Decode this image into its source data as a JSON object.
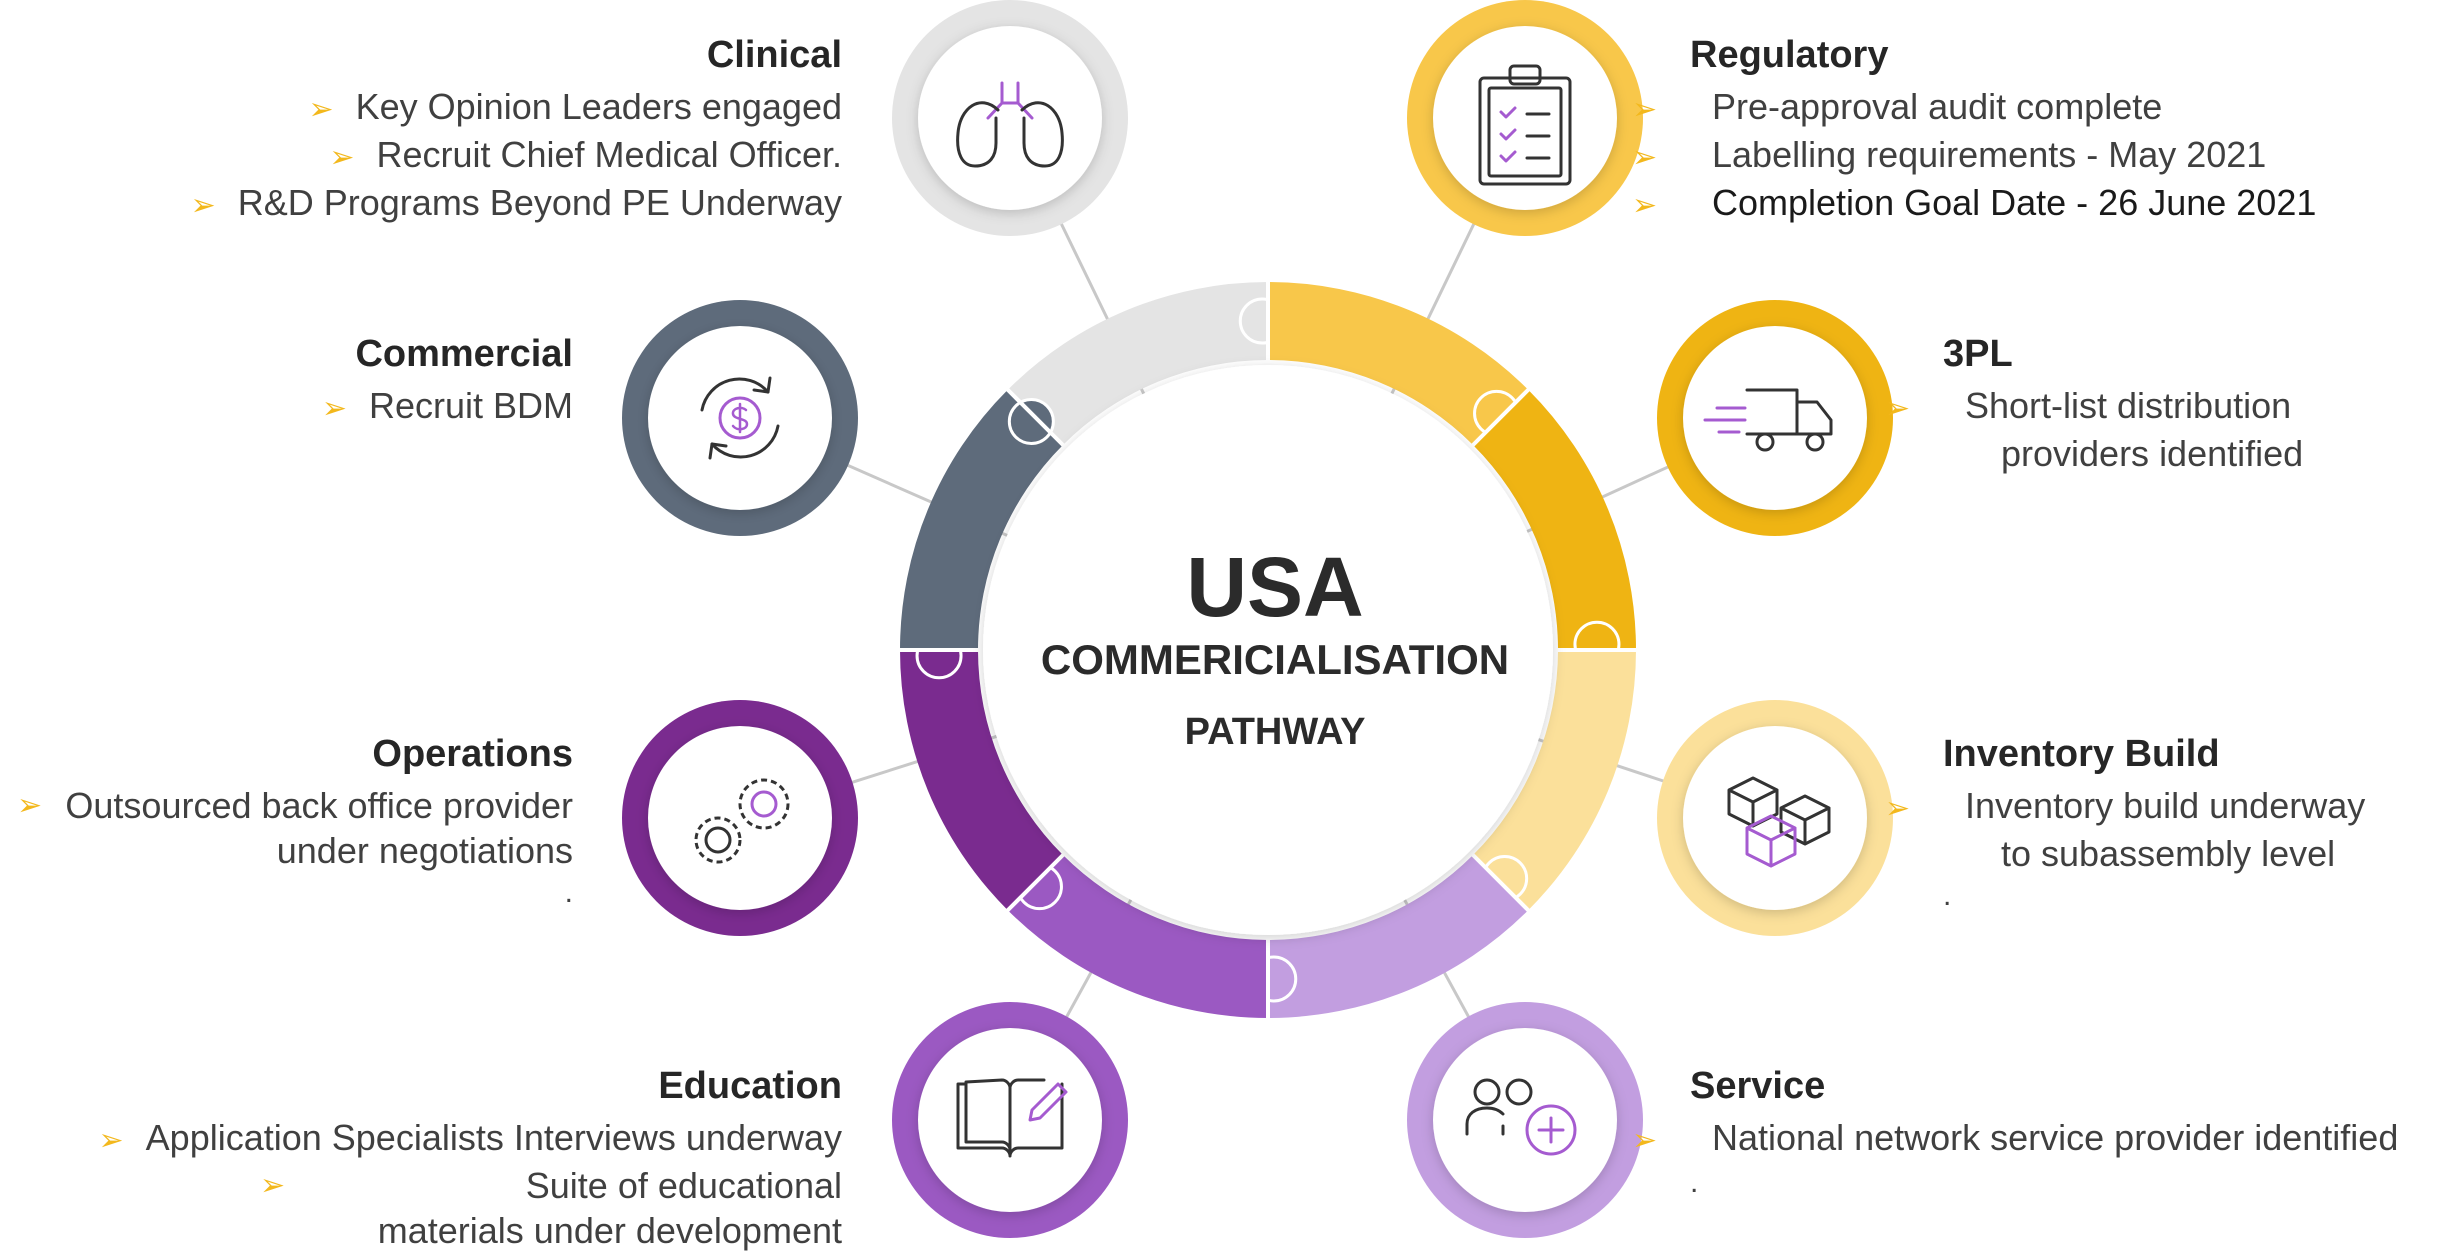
{
  "center": {
    "title": "USA",
    "line1": "COMMERICIALISATION",
    "line2": "PATHWAY"
  },
  "colors": {
    "clinical": "#e4e4e4",
    "commercial": "#5e6b7b",
    "operations": "#7a2b8f",
    "education": "#9b59c2",
    "service": "#c29ee0",
    "inventory": "#fbe09a",
    "threepl": "#efb413",
    "regulatory": "#f8c74a",
    "arrow": "#f3b81c",
    "icon_accent": "#a55bd0",
    "icon_line": "#333333"
  },
  "sections": {
    "clinical": {
      "title": "Clinical",
      "icon": "lungs-icon",
      "items": [
        "Key Opinion Leaders engaged",
        "Recruit Chief Medical Officer.",
        "R&D Programs Beyond PE Underway"
      ]
    },
    "commercial": {
      "title": "Commercial",
      "icon": "dollar-cycle-icon",
      "items": [
        "Recruit BDM"
      ]
    },
    "operations": {
      "title": "Operations",
      "icon": "gears-icon",
      "items": [
        "Outsourced back office provider under negotiations"
      ],
      "trailing": "."
    },
    "education": {
      "title": "Education",
      "icon": "book-pencil-icon",
      "items": [
        "Application Specialists Interviews underway",
        "Suite of educational materials under development"
      ]
    },
    "regulatory": {
      "title": "Regulatory",
      "icon": "clipboard-checklist-icon",
      "items": [
        "Pre-approval audit complete",
        "Labelling requirements - May 2021",
        "Completion Goal Date - 26 June 2021"
      ]
    },
    "threepl": {
      "title": "3PL",
      "icon": "delivery-truck-icon",
      "items": [
        "Short-list distribution providers identified"
      ]
    },
    "inventory": {
      "title": "Inventory Build",
      "icon": "boxes-icon",
      "items": [
        "Inventory build underway to subassembly level"
      ],
      "trailing": "."
    },
    "service": {
      "title": "Service",
      "icon": "users-add-icon",
      "items": [
        "National network service provider identified"
      ],
      "trailing": "."
    }
  }
}
